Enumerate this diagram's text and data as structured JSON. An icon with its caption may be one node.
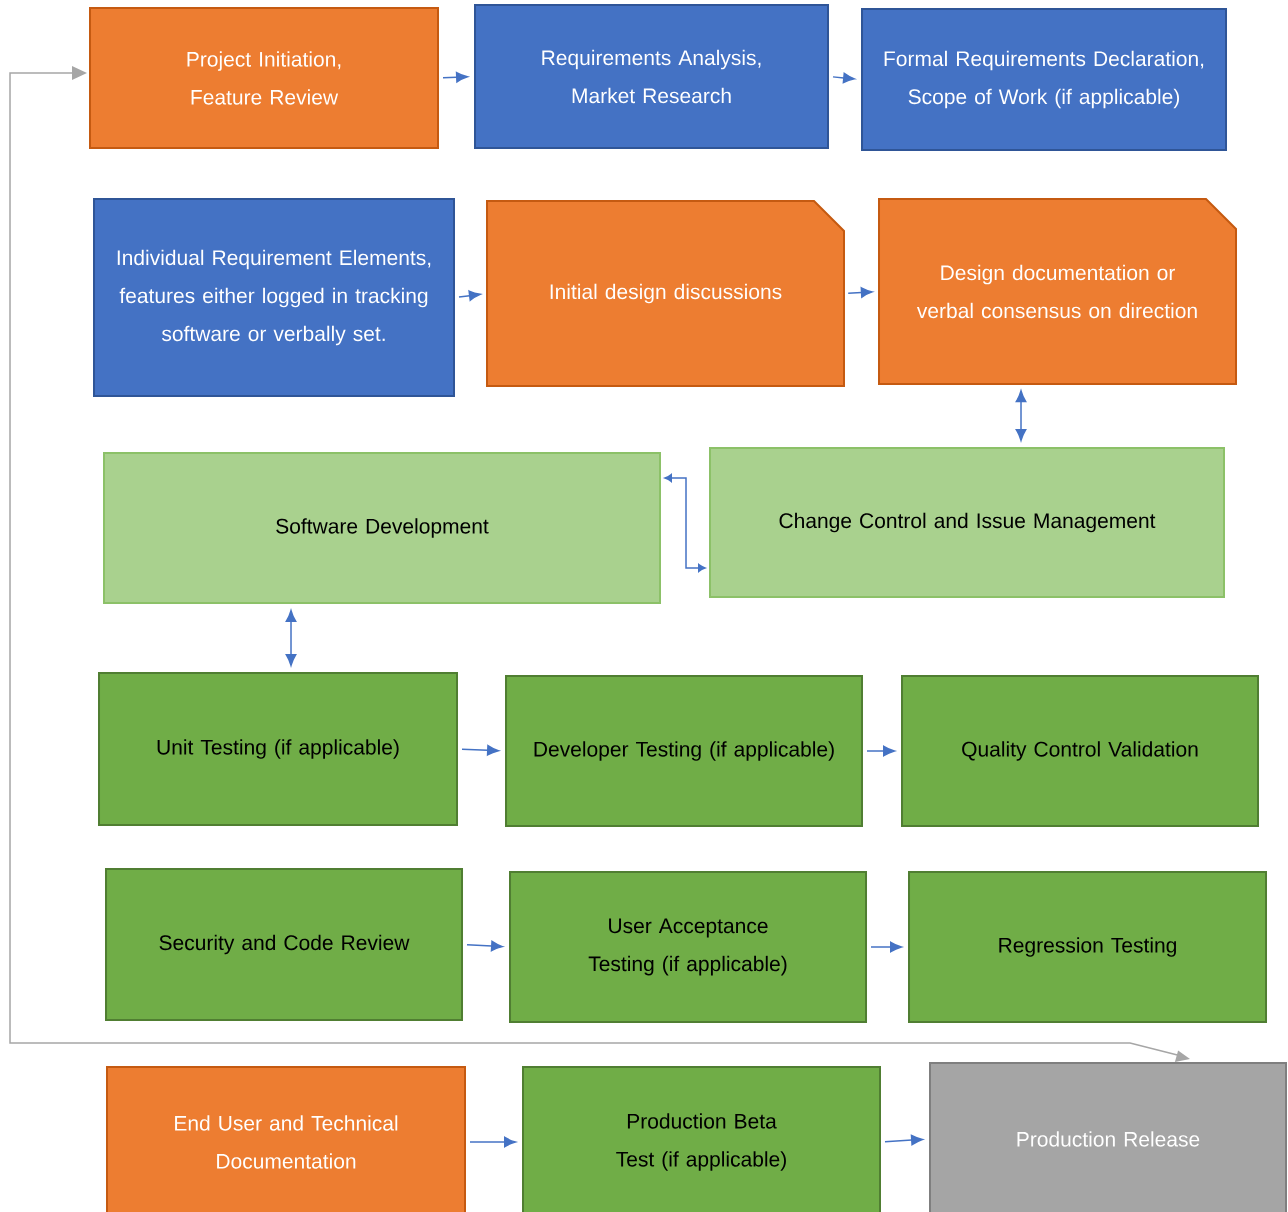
{
  "diagram": {
    "nodes": [
      {
        "text": [
          "Project Initiation, Feature Review"
        ]
      },
      {
        "text": [
          "Requirements Analysis, Market Research"
        ]
      },
      {
        "text": [
          "Formal Requirements Declaration, Scope of Work (if applicable)"
        ]
      },
      {
        "text": [
          "Individual Requirement Elements, features either logged in tracking software or verbally set."
        ]
      },
      {
        "text": [
          "Initial design discussions"
        ]
      },
      {
        "text": [
          "Design documentation or verbal consensus on direction"
        ]
      },
      {
        "text": [
          "Software Development"
        ]
      },
      {
        "text": [
          "Change Control and Issue Management"
        ]
      },
      {
        "text": [
          "Unit Testing (if applicable)"
        ]
      },
      {
        "text": [
          "Developer Testing (if applicable)"
        ]
      },
      {
        "text": [
          "Quality Control Validation"
        ]
      },
      {
        "text": [
          "Security and Code Review"
        ]
      },
      {
        "text": [
          "User Acceptance Testing (if applicable)"
        ]
      },
      {
        "text": [
          "Regression Testing"
        ]
      },
      {
        "text": [
          "End User and Technical Documentation"
        ]
      },
      {
        "text": [
          "Production Beta Test (if applicable)"
        ]
      },
      {
        "text": [
          "Production Release"
        ]
      }
    ],
    "edges": [
      {
        "from": 0,
        "to": 1,
        "arrow": "to"
      },
      {
        "from": 1,
        "to": 2,
        "arrow": "to"
      },
      {
        "from": 3,
        "to": 4,
        "arrow": "to"
      },
      {
        "from": 4,
        "to": 5,
        "arrow": "to"
      },
      {
        "from": 5,
        "to": 7,
        "arrow": "both"
      },
      {
        "from": 7,
        "to": 6,
        "arrow": "both"
      },
      {
        "from": 6,
        "to": 8,
        "arrow": "both"
      },
      {
        "from": 8,
        "to": 9,
        "arrow": "to"
      },
      {
        "from": 9,
        "to": 10,
        "arrow": "to"
      },
      {
        "from": 11,
        "to": 12,
        "arrow": "to"
      },
      {
        "from": 12,
        "to": 13,
        "arrow": "to"
      },
      {
        "from": 14,
        "to": 15,
        "arrow": "to"
      },
      {
        "from": 15,
        "to": 16,
        "arrow": "to"
      },
      {
        "from": 16,
        "to": 0,
        "arrow": "both",
        "color": "#a6a6a6"
      }
    ]
  }
}
